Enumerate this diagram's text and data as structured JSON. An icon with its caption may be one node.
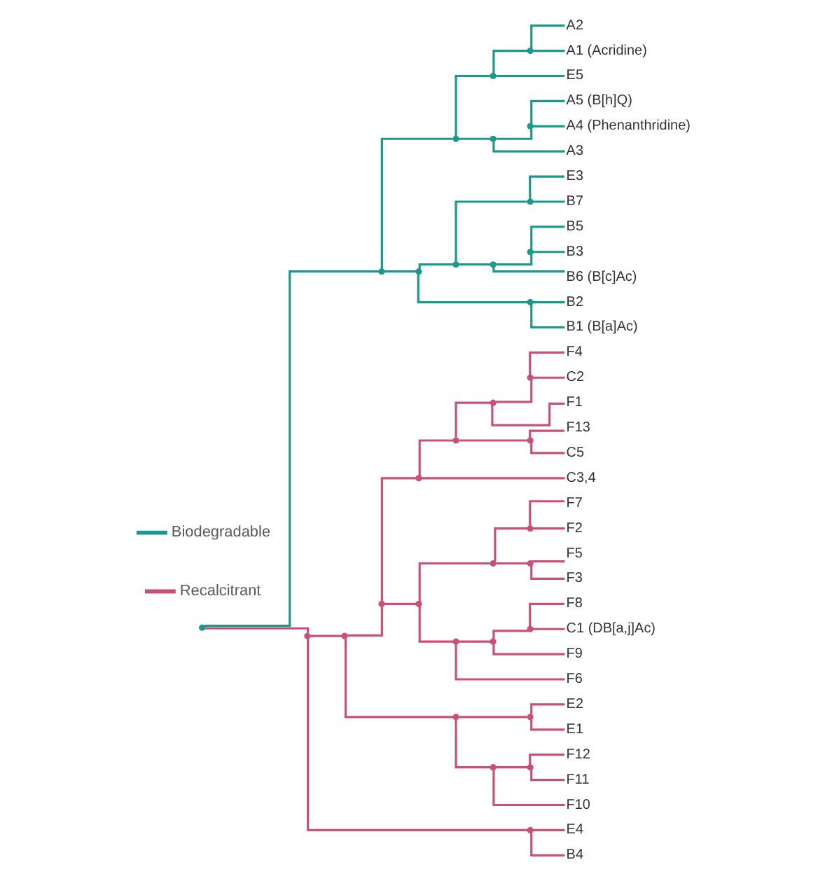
{
  "diagram": {
    "nodes": [
      {
        "text": [],
        "shape": "point"
      },
      {
        "text": [],
        "shape": "point"
      },
      {
        "text": [],
        "shape": "point"
      },
      {
        "text": [],
        "shape": "point"
      },
      {
        "text": [],
        "shape": "point"
      },
      {
        "text": [
          "A2"
        ]
      },
      {
        "text": [
          "A1 (Acridine)"
        ]
      },
      {
        "text": [
          "E5"
        ]
      },
      {
        "text": [],
        "shape": "point"
      },
      {
        "text": [],
        "shape": "point"
      },
      {
        "text": [
          "A5 (B[h]Q)"
        ]
      },
      {
        "text": [
          "A4 (Phenanthridine)"
        ]
      },
      {
        "text": [
          "A3"
        ]
      },
      {
        "text": [],
        "shape": "point"
      },
      {
        "text": [],
        "shape": "point"
      },
      {
        "text": [],
        "shape": "point"
      },
      {
        "text": [
          "E3"
        ]
      },
      {
        "text": [
          "B7"
        ]
      },
      {
        "text": [],
        "shape": "point"
      },
      {
        "text": [],
        "shape": "point"
      },
      {
        "text": [
          "B5"
        ]
      },
      {
        "text": [
          "B3"
        ]
      },
      {
        "text": [
          "B6 (B[c]Ac)"
        ]
      },
      {
        "text": [],
        "shape": "point"
      },
      {
        "text": [
          "B2"
        ]
      },
      {
        "text": [
          "B1 (B[a]Ac)"
        ]
      },
      {
        "text": [],
        "shape": "point"
      },
      {
        "text": [],
        "shape": "point"
      },
      {
        "text": [],
        "shape": "point"
      },
      {
        "text": [],
        "shape": "point"
      },
      {
        "text": [],
        "shape": "point"
      },
      {
        "text": [],
        "shape": "point"
      },
      {
        "text": [],
        "shape": "point"
      },
      {
        "text": [
          "F4"
        ]
      },
      {
        "text": [
          "C2"
        ]
      },
      {
        "text": [
          "F1"
        ]
      },
      {
        "text": [],
        "shape": "point"
      },
      {
        "text": [
          "F13"
        ]
      },
      {
        "text": [
          "C5"
        ]
      },
      {
        "text": [
          "C3,4"
        ]
      },
      {
        "text": [],
        "shape": "point"
      },
      {
        "text": [],
        "shape": "point"
      },
      {
        "text": [],
        "shape": "point"
      },
      {
        "text": [
          "F7"
        ]
      },
      {
        "text": [
          "F2"
        ]
      },
      {
        "text": [],
        "shape": "point"
      },
      {
        "text": [
          "F5"
        ]
      },
      {
        "text": [
          "F3"
        ]
      },
      {
        "text": [],
        "shape": "point"
      },
      {
        "text": [],
        "shape": "point"
      },
      {
        "text": [],
        "shape": "point"
      },
      {
        "text": [
          "F8"
        ]
      },
      {
        "text": [
          "C1 (DB[a,j]Ac)"
        ]
      },
      {
        "text": [
          "F9"
        ]
      },
      {
        "text": [
          "F6"
        ]
      },
      {
        "text": [],
        "shape": "point"
      },
      {
        "text": [],
        "shape": "point"
      },
      {
        "text": [
          "E2"
        ]
      },
      {
        "text": [
          "E1"
        ]
      },
      {
        "text": [],
        "shape": "point"
      },
      {
        "text": [],
        "shape": "point"
      },
      {
        "text": [
          "F12"
        ]
      },
      {
        "text": [
          "F11"
        ]
      },
      {
        "text": [
          "F10"
        ]
      },
      {
        "text": [],
        "shape": "point"
      },
      {
        "text": [
          "E4"
        ]
      },
      {
        "text": [
          "B4"
        ]
      }
    ],
    "edges": [
      {
        "from": 0,
        "to": 1,
        "arrow": "none",
        "color": "#1a9a8c"
      },
      {
        "from": 1,
        "to": 2,
        "arrow": "none",
        "color": "#1a9a8c"
      },
      {
        "from": 2,
        "to": 3,
        "arrow": "none",
        "color": "#1a9a8c"
      },
      {
        "from": 3,
        "to": 4,
        "arrow": "none",
        "color": "#1a9a8c"
      },
      {
        "from": 4,
        "to": 5,
        "arrow": "none",
        "color": "#1a9a8c"
      },
      {
        "from": 4,
        "to": 6,
        "arrow": "none",
        "color": "#1a9a8c"
      },
      {
        "from": 3,
        "to": 7,
        "arrow": "none",
        "color": "#1a9a8c"
      },
      {
        "from": 2,
        "to": 8,
        "arrow": "none",
        "color": "#1a9a8c"
      },
      {
        "from": 8,
        "to": 9,
        "arrow": "none",
        "color": "#1a9a8c"
      },
      {
        "from": 9,
        "to": 10,
        "arrow": "none",
        "color": "#1a9a8c"
      },
      {
        "from": 9,
        "to": 11,
        "arrow": "none",
        "color": "#1a9a8c"
      },
      {
        "from": 8,
        "to": 12,
        "arrow": "none",
        "color": "#1a9a8c"
      },
      {
        "from": 1,
        "to": 13,
        "arrow": "none",
        "color": "#1a9a8c"
      },
      {
        "from": 13,
        "to": 14,
        "arrow": "none",
        "color": "#1a9a8c"
      },
      {
        "from": 14,
        "to": 15,
        "arrow": "none",
        "color": "#1a9a8c"
      },
      {
        "from": 15,
        "to": 16,
        "arrow": "none",
        "color": "#1a9a8c"
      },
      {
        "from": 15,
        "to": 17,
        "arrow": "none",
        "color": "#1a9a8c"
      },
      {
        "from": 14,
        "to": 18,
        "arrow": "none",
        "color": "#1a9a8c"
      },
      {
        "from": 18,
        "to": 19,
        "arrow": "none",
        "color": "#1a9a8c"
      },
      {
        "from": 19,
        "to": 20,
        "arrow": "none",
        "color": "#1a9a8c"
      },
      {
        "from": 19,
        "to": 21,
        "arrow": "none",
        "color": "#1a9a8c"
      },
      {
        "from": 18,
        "to": 22,
        "arrow": "none",
        "color": "#1a9a8c"
      },
      {
        "from": 13,
        "to": 23,
        "arrow": "none",
        "color": "#1a9a8c"
      },
      {
        "from": 23,
        "to": 24,
        "arrow": "none",
        "color": "#1a9a8c"
      },
      {
        "from": 23,
        "to": 25,
        "arrow": "none",
        "color": "#1a9a8c"
      },
      {
        "from": 0,
        "to": 26,
        "arrow": "none"
      },
      {
        "from": 26,
        "to": 27,
        "arrow": "none"
      },
      {
        "from": 27,
        "to": 28,
        "arrow": "none"
      },
      {
        "from": 28,
        "to": 29,
        "arrow": "none"
      },
      {
        "from": 29,
        "to": 30,
        "arrow": "none"
      },
      {
        "from": 30,
        "to": 31,
        "arrow": "none"
      },
      {
        "from": 31,
        "to": 32,
        "arrow": "none"
      },
      {
        "from": 32,
        "to": 33,
        "arrow": "none"
      },
      {
        "from": 32,
        "to": 34,
        "arrow": "none"
      },
      {
        "from": 31,
        "to": 35,
        "arrow": "none"
      },
      {
        "from": 30,
        "to": 36,
        "arrow": "none"
      },
      {
        "from": 36,
        "to": 37,
        "arrow": "none"
      },
      {
        "from": 36,
        "to": 38,
        "arrow": "none"
      },
      {
        "from": 29,
        "to": 39,
        "arrow": "none"
      },
      {
        "from": 28,
        "to": 40,
        "arrow": "none"
      },
      {
        "from": 40,
        "to": 41,
        "arrow": "none"
      },
      {
        "from": 41,
        "to": 42,
        "arrow": "none"
      },
      {
        "from": 42,
        "to": 43,
        "arrow": "none"
      },
      {
        "from": 42,
        "to": 44,
        "arrow": "none"
      },
      {
        "from": 41,
        "to": 45,
        "arrow": "none"
      },
      {
        "from": 45,
        "to": 46,
        "arrow": "none"
      },
      {
        "from": 45,
        "to": 47,
        "arrow": "none"
      },
      {
        "from": 40,
        "to": 48,
        "arrow": "none"
      },
      {
        "from": 48,
        "to": 49,
        "arrow": "none"
      },
      {
        "from": 49,
        "to": 50,
        "arrow": "none"
      },
      {
        "from": 50,
        "to": 51,
        "arrow": "none"
      },
      {
        "from": 50,
        "to": 52,
        "arrow": "none"
      },
      {
        "from": 49,
        "to": 53,
        "arrow": "none"
      },
      {
        "from": 48,
        "to": 54,
        "arrow": "none"
      },
      {
        "from": 27,
        "to": 55,
        "arrow": "none"
      },
      {
        "from": 55,
        "to": 56,
        "arrow": "none"
      },
      {
        "from": 56,
        "to": 57,
        "arrow": "none"
      },
      {
        "from": 56,
        "to": 58,
        "arrow": "none"
      },
      {
        "from": 55,
        "to": 59,
        "arrow": "none"
      },
      {
        "from": 59,
        "to": 60,
        "arrow": "none"
      },
      {
        "from": 60,
        "to": 61,
        "arrow": "none"
      },
      {
        "from": 60,
        "to": 62,
        "arrow": "none"
      },
      {
        "from": 59,
        "to": 63,
        "arrow": "none"
      },
      {
        "from": 26,
        "to": 64,
        "arrow": "none"
      },
      {
        "from": 64,
        "to": 65,
        "arrow": "none"
      },
      {
        "from": 64,
        "to": 66,
        "arrow": "none"
      }
    ],
    "legend": [
      {
        "text": "Biodegradable",
        "color": "#1a9a8c"
      },
      {
        "text": "Recalcitrant",
        "color": "#c9507a"
      }
    ]
  }
}
